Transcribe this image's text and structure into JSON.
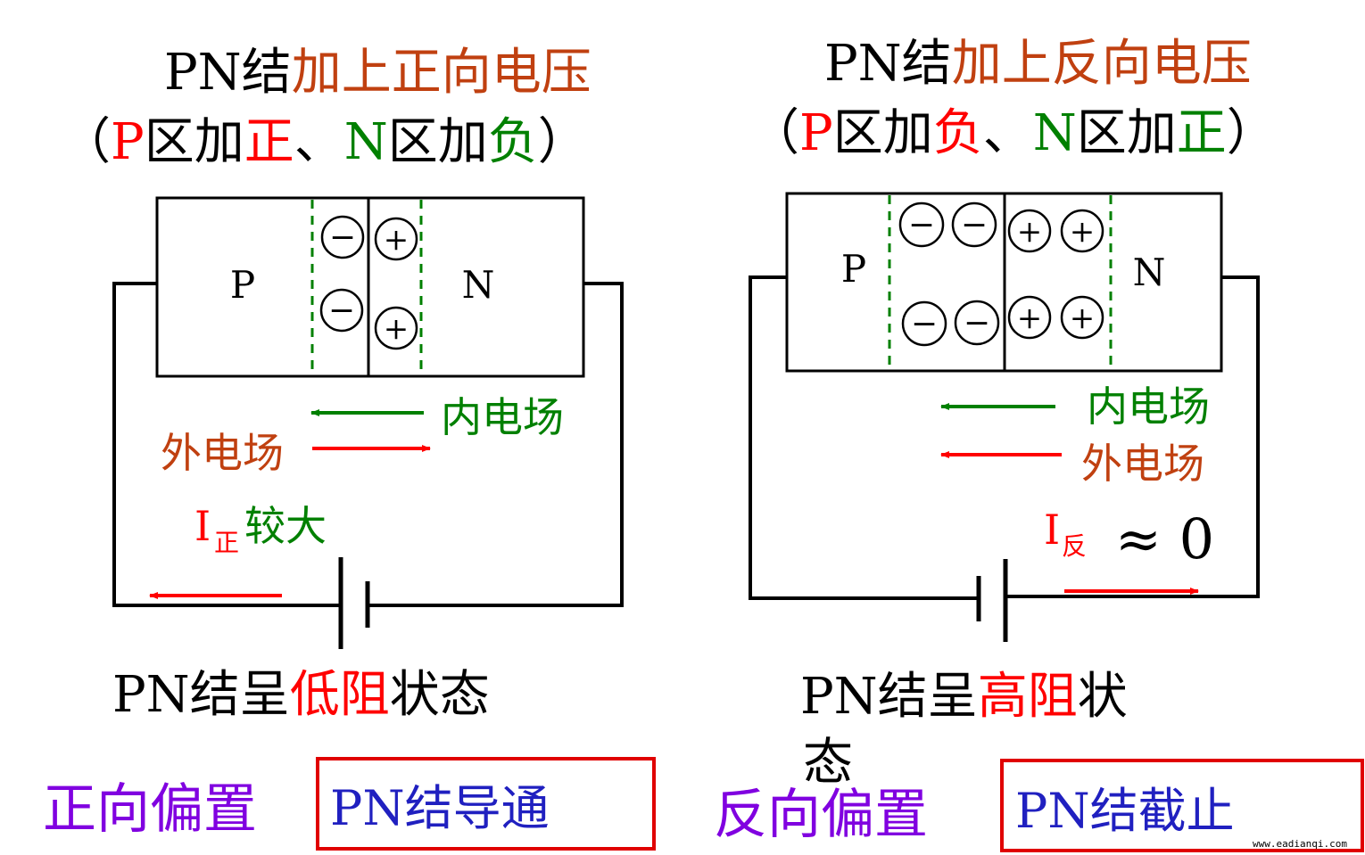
{
  "colors": {
    "black": "#000000",
    "orange": "#c04010",
    "red": "#ff0000",
    "green": "#008000",
    "purple": "#8000e0",
    "blue": "#2020c0",
    "box_red": "#e00000"
  },
  "left": {
    "title_a": "PN结",
    "title_b": "加上正向电压",
    "sub_open": "（",
    "sub_p": "P",
    "sub_qu1": "区加",
    "sub_zheng": "正",
    "sub_dun": "、",
    "sub_n": "N",
    "sub_qu2": "区加",
    "sub_fu": "负",
    "sub_close": "）",
    "label_p": "P",
    "label_n": "N",
    "minus": "−",
    "plus": "+",
    "inner_field": "内电场",
    "outer_field": "外电场",
    "current_i": "I",
    "current_sub": "正",
    "current_text": "较大",
    "status_a": "PN结呈",
    "status_b": "低阻",
    "status_c": "状态",
    "bias": "正向偏置",
    "result": "PN结导通"
  },
  "right": {
    "title_a": "PN结",
    "title_b": "加上反向电压",
    "sub_open": "（",
    "sub_p": "P",
    "sub_qu1": "区加",
    "sub_fu": "负",
    "sub_dun": "、",
    "sub_n": "N",
    "sub_qu2": "区加",
    "sub_zheng": "正",
    "sub_close": "）",
    "label_p": "P",
    "label_n": "N",
    "minus": "−",
    "plus": "+",
    "inner_field": "内电场",
    "outer_field": "外电场",
    "current_i": "I",
    "current_sub": "反",
    "approx": "≈ 0",
    "status_a": "PN结呈",
    "status_b": "高阻",
    "status_c": "状",
    "status_d": "态",
    "bias": "反向偏置",
    "result": "PN结截止"
  },
  "watermark": "www.eadianqi.com"
}
